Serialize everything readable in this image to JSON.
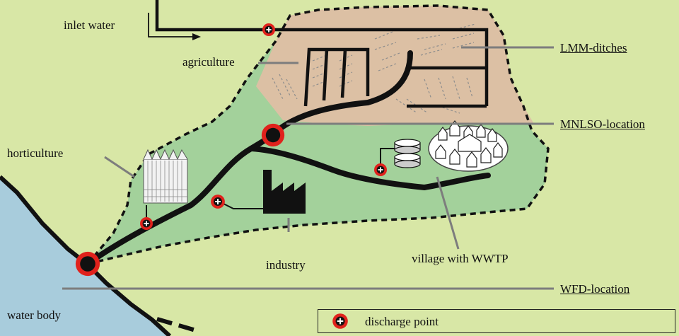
{
  "labels": {
    "inlet_water": "inlet water",
    "agriculture": "agriculture",
    "horticulture": "horticulture",
    "industry": "industry",
    "village": "village with WWTP",
    "water_body": "water body",
    "lmm": "LMM-ditches",
    "mnlso": "MNLSO-location",
    "wfd": "WFD-location"
  },
  "legend": {
    "discharge_point": "discharge point"
  },
  "colors": {
    "background": "#d8e7a6",
    "catchment": "#a3d19b",
    "agriculture_area": "#dcc0a4",
    "water_body": "#a8ccdc",
    "discharge_ring": "#e0221c",
    "streams": "#111111",
    "pointer_lines": "#7d7d7d"
  }
}
